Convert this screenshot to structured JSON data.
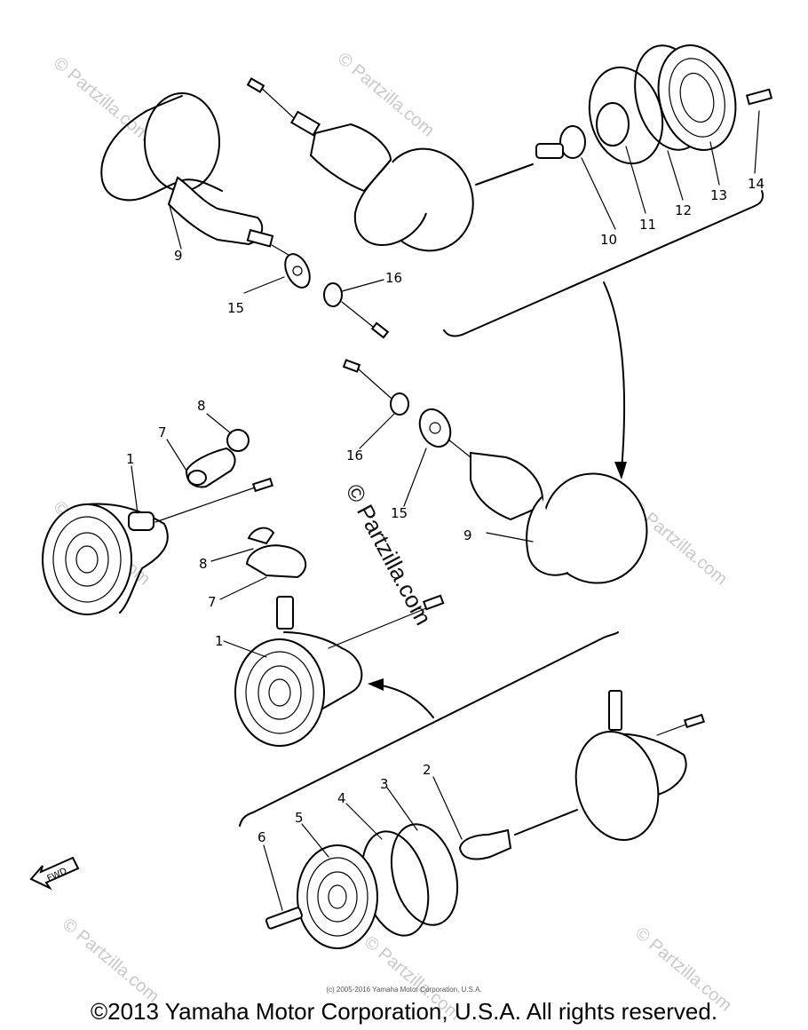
{
  "watermark": "© Partzilla.com",
  "watermark_center": "© Partzilla.com",
  "footer": {
    "small_copyright": "(c) 2005-2016 Yamaha Motor Corporation, U.S.A.",
    "copyright": "©2013 Yamaha Motor Corporation, U.S.A. All rights reserved."
  },
  "fwd_label": "FWD",
  "callouts": {
    "c1a": "1",
    "c1b": "1",
    "c2": "2",
    "c3": "3",
    "c4": "4",
    "c5": "5",
    "c6": "6",
    "c7a": "7",
    "c7b": "7",
    "c8a": "8",
    "c8b": "8",
    "c9a": "9",
    "c9b": "9",
    "c10": "10",
    "c11": "11",
    "c12": "12",
    "c13": "13",
    "c14": "14",
    "c15a": "15",
    "c15b": "15",
    "c16a": "16",
    "c16b": "16"
  }
}
